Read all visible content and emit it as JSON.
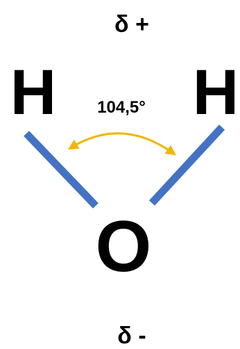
{
  "molecule": {
    "atoms": {
      "hydrogen_left": "H",
      "hydrogen_right": "H",
      "oxygen": "O"
    },
    "charges": {
      "top": "δ +",
      "bottom": "δ -"
    },
    "bond_angle_label": "104,5°"
  },
  "colors": {
    "bond": "#4472C4",
    "angle_arrow": "#F2B600",
    "text": "#000000"
  }
}
